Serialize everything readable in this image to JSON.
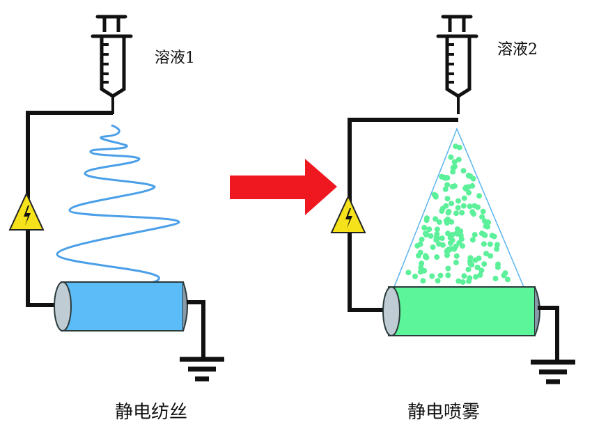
{
  "left_panel": {
    "solution_label": "溶液1",
    "caption": "静电纺丝",
    "fiber_color": "#4a9fe8",
    "collector_color": "#5bbcf8"
  },
  "right_panel": {
    "solution_label": "溶液2",
    "caption": "静电喷雾",
    "cone_color": "#5ab4f0",
    "droplet_color": "#5cf09a",
    "collector_color": "#5cf59a"
  },
  "arrow": {
    "color": "#f01820",
    "direction": "right"
  },
  "icons": {
    "syringe": "syringe-icon",
    "high_voltage": "high-voltage-warning-icon",
    "ground": "ground-icon"
  }
}
